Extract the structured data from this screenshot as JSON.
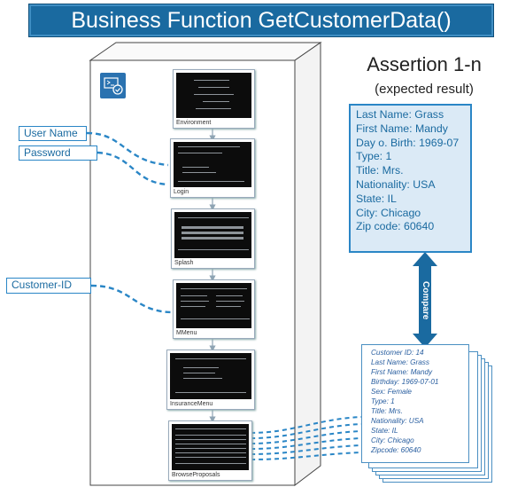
{
  "title": "Business Function GetCustomerData()",
  "inputs": [
    "User Name",
    "Password",
    "Customer-ID"
  ],
  "screens": [
    "Environment",
    "Login",
    "Splash",
    "MMenu",
    "InsuranceMenu",
    "BrowseProposals"
  ],
  "assertion": {
    "title": "Assertion 1-n",
    "subtitle": "(expected result)",
    "lines": [
      "Last Name:  Grass",
      "First Name:  Mandy",
      "Day o. Birth: 1969-07",
      "Type:  1",
      "Title: Mrs.",
      "Nationality:  USA",
      "State: IL",
      "City:  Chicago",
      "Zip code:  60640"
    ]
  },
  "compare_label": "Compare",
  "result": [
    "Customer ID: 14",
    "Last Name: Grass",
    "First Name: Mandy",
    "Birthday: 1969-07-01",
    "Sex: Female",
    "Type: 1",
    "Title: Mrs.",
    "Nationality: USA",
    "State: IL",
    "City: Chicago",
    "Zipcode: 60640"
  ],
  "colors": {
    "accent": "#1a6aa0",
    "line": "#2a86c6",
    "fill": "#dbeaf6"
  }
}
